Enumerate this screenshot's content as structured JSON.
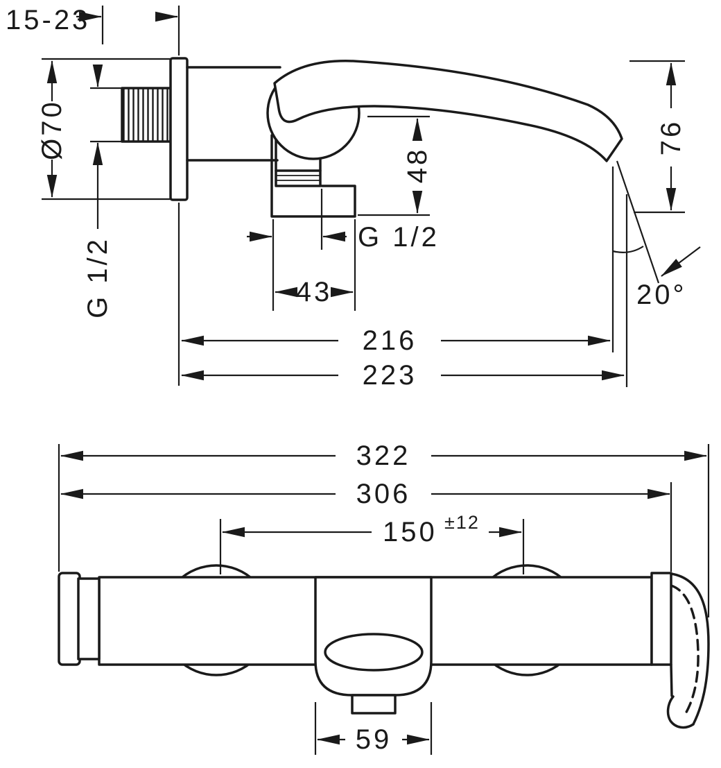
{
  "drawing": {
    "type": "technical-dimension-drawing",
    "subject": "wall-mounted single-lever bath mixer",
    "line_color": "#1a1a1a",
    "bg_color": "#ffffff",
    "side_view": {
      "wall_depth_range": "15-23",
      "escutcheon_diameter": "Ø70",
      "inlet_thread": "G 1/2",
      "outlet_thread": "G 1/2",
      "spout_drop_height": "48",
      "outlet_height": "76",
      "outlet_width": "43",
      "spout_reach": "216",
      "total_reach": "223",
      "spray_angle": "20°"
    },
    "front_view": {
      "total_width": "322",
      "body_width": "306",
      "connection_spacing": "150",
      "connection_tolerance": "±12",
      "handle_width": "59"
    }
  }
}
